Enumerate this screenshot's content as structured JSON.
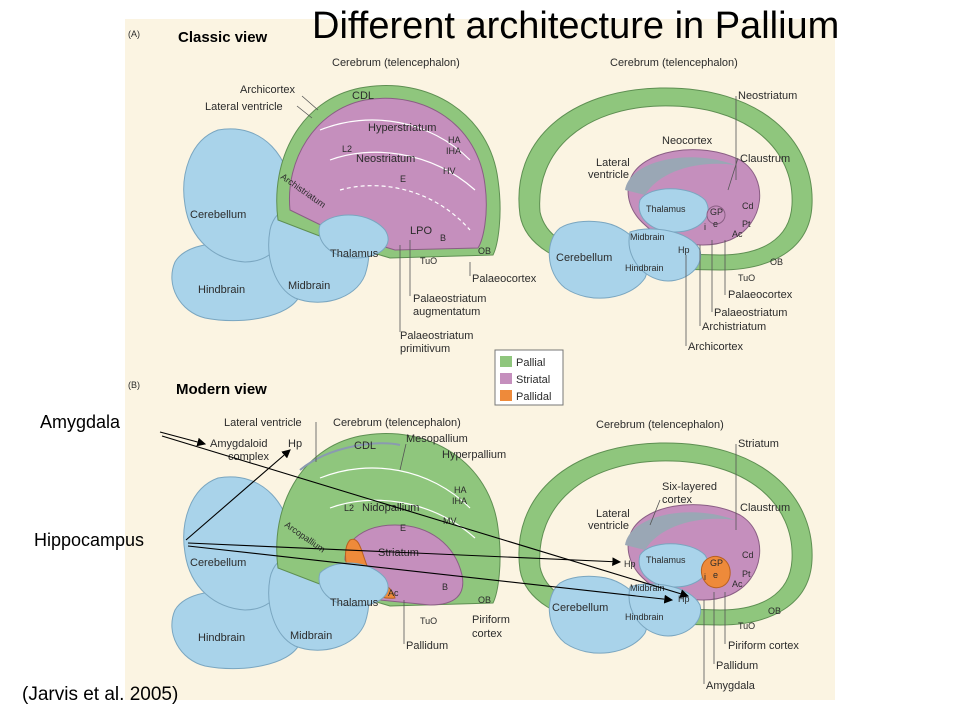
{
  "slide": {
    "title": "Different architecture in Pallium",
    "citation": "(Jarvis et al. 2005)",
    "callout_amygdala": "Amygdala",
    "callout_hippocampus": "Hippocampus"
  },
  "colors": {
    "pallial": "#8fc67d",
    "striatal": "#c58fbd",
    "pallidal": "#ee8a3a",
    "brainstem": "#a9d3ea",
    "panel_bg": "#fbf4e2"
  },
  "legend": {
    "pallial": "Pallial",
    "striatal": "Striatal",
    "pallidal": "Pallidal"
  },
  "panel_a": {
    "tag": "(A)",
    "heading": "Classic view",
    "bird": {
      "cerebrum": "Cerebrum (telencephalon)",
      "archicortex": "Archicortex",
      "lateral_ventricle": "Lateral ventricle",
      "cdl": "CDL",
      "hyperstriatum": "Hyperstriatum",
      "ha": "HA",
      "iha": "IHA",
      "l2": "L2",
      "neostriatum": "Neostriatum",
      "hv": "HV",
      "e": "E",
      "archistriatum": "Archistriatum",
      "cerebellum": "Cerebellum",
      "lpo": "LPO",
      "b": "B",
      "thalamus": "Thalamus",
      "ob": "OB",
      "tuo": "TuO",
      "palaeocortex": "Palaeocortex",
      "hindbrain": "Hindbrain",
      "midbrain": "Midbrain",
      "palaeostriatum_aug_1": "Palaeostriatum",
      "palaeostriatum_aug_2": "augmentatum",
      "palaeostriatum_prim_1": "Palaeostriatum",
      "palaeostriatum_prim_2": "primitivum"
    },
    "mammal": {
      "cerebrum": "Cerebrum (telencephalon)",
      "neostriatum": "Neostriatum",
      "neocortex": "Neocortex",
      "claustrum": "Claustrum",
      "lateral_ventricle_1": "Lateral",
      "lateral_ventricle_2": "ventricle",
      "thalamus": "Thalamus",
      "gp": "GP",
      "cd": "Cd",
      "i": "i",
      "e": "e",
      "pt": "Pt",
      "midbrain": "Midbrain",
      "ac": "Ac",
      "hp": "Hp",
      "cerebellum": "Cerebellum",
      "hindbrain": "Hindbrain",
      "ob": "OB",
      "tuo": "TuO",
      "palaeocortex": "Palaeocortex",
      "palaeostriatum": "Palaeostriatum",
      "archistriatum": "Archistriatum",
      "archicortex": "Archicortex"
    }
  },
  "panel_b": {
    "tag": "(B)",
    "heading": "Modern view",
    "bird": {
      "lateral_ventricle": "Lateral ventricle",
      "cerebrum": "Cerebrum (telencephalon)",
      "amygdaloid_1": "Amygdaloid",
      "amygdaloid_2": "complex",
      "hp": "Hp",
      "cdl": "CDL",
      "mesopallium": "Mesopallium",
      "hyperpallium": "Hyperpallium",
      "ha": "HA",
      "iha": "IHA",
      "l2": "L2",
      "nidopallium": "Nidopallium",
      "mv": "MV",
      "e": "E",
      "arcopallium": "Arcopallium",
      "striatum": "Striatum",
      "cerebellum": "Cerebellum",
      "b": "B",
      "ac": "Ac",
      "thalamus": "Thalamus",
      "ob": "OB",
      "tuo": "TuO",
      "piriform_1": "Piriform",
      "piriform_2": "cortex",
      "hindbrain": "Hindbrain",
      "midbrain": "Midbrain",
      "pallidum": "Pallidum"
    },
    "mammal": {
      "cerebrum": "Cerebrum (telencephalon)",
      "striatum": "Striatum",
      "six_layered_1": "Six-layered",
      "six_layered_2": "cortex",
      "claustrum": "Claustrum",
      "lateral_ventricle_1": "Lateral",
      "lateral_ventricle_2": "ventricle",
      "thalamus": "Thalamus",
      "gp": "GP",
      "cd": "Cd",
      "i": "i",
      "e": "e",
      "pt": "Pt",
      "hp": "Hp",
      "ac": "Ac",
      "midbrain": "Midbrain",
      "hp2": "Hp",
      "cerebellum": "Cerebellum",
      "hindbrain": "Hindbrain",
      "ob": "OB",
      "tuo": "TuO",
      "piriform": "Piriform cortex",
      "pallidum": "Pallidum",
      "amygdala": "Amygdala"
    }
  }
}
